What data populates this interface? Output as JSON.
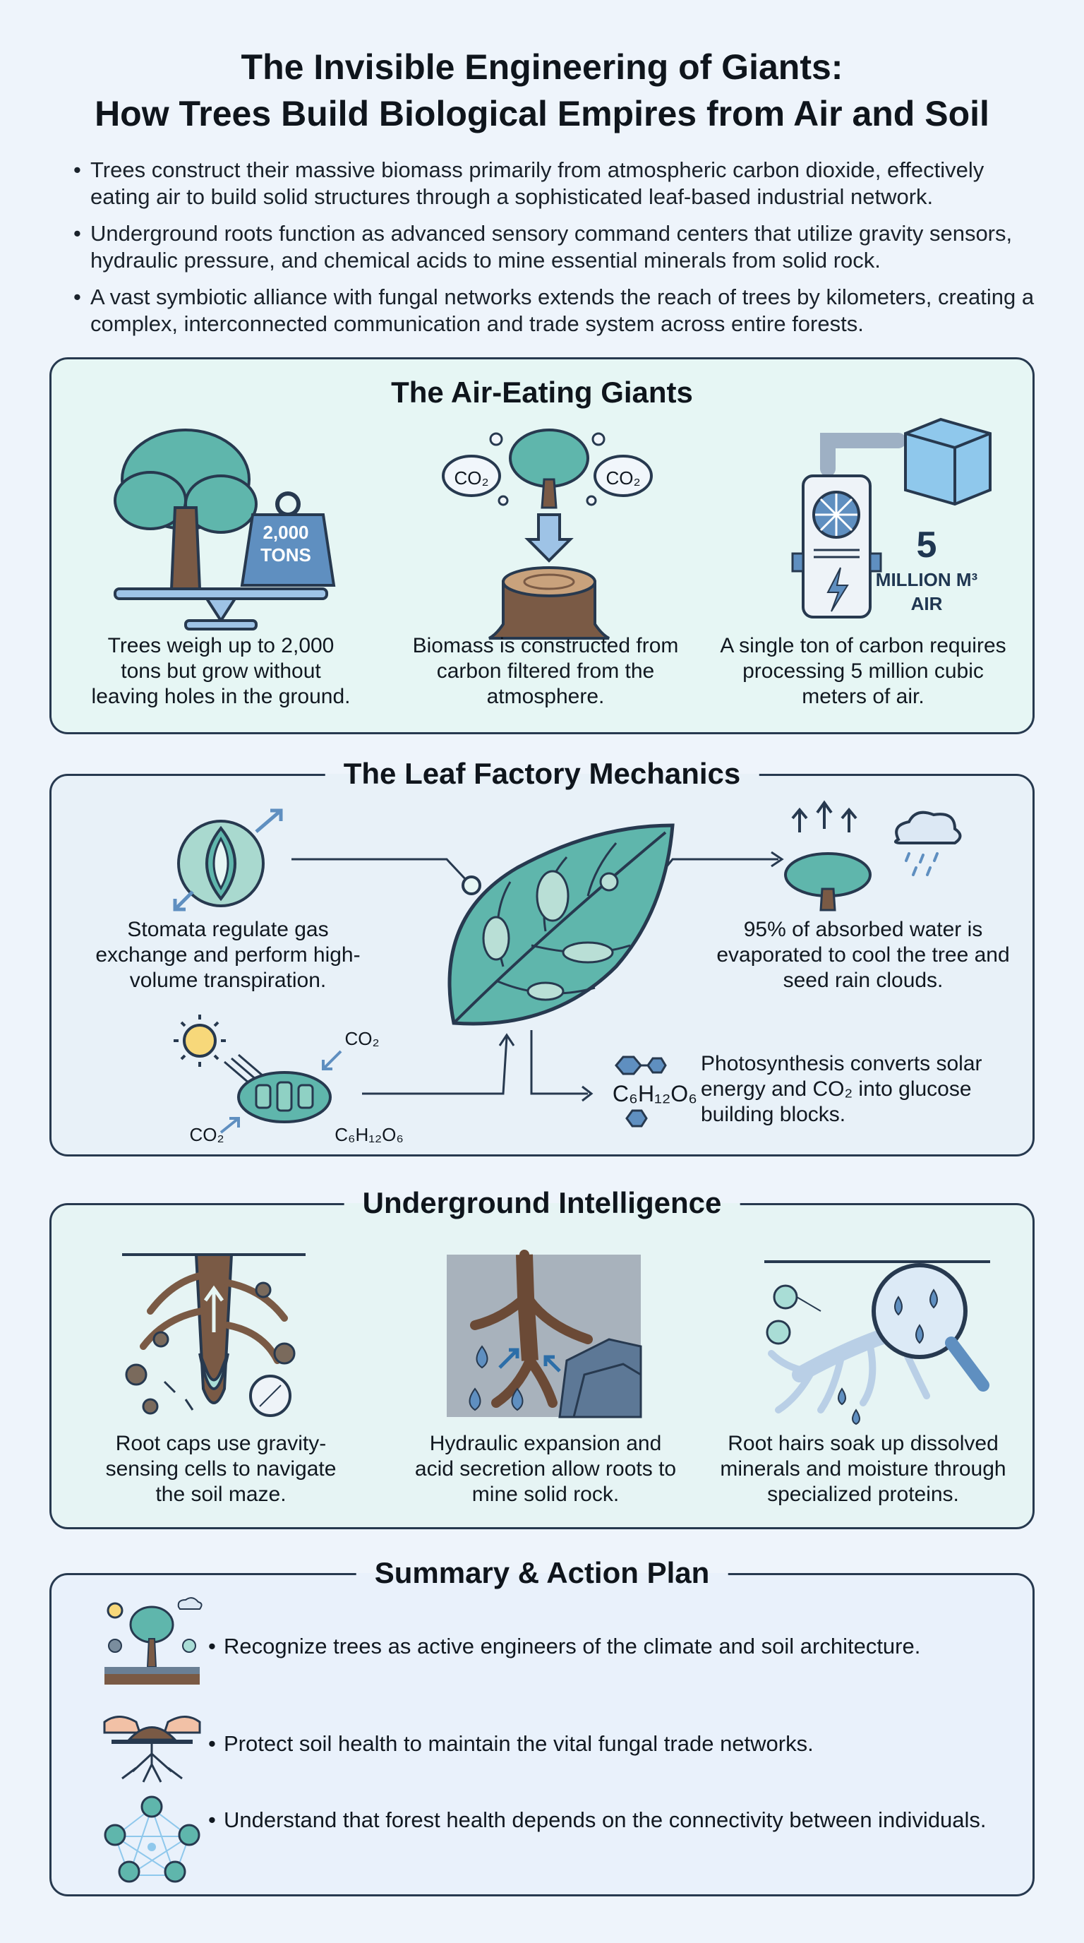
{
  "header": {
    "title_line1": "The Invisible Engineering of Giants:",
    "title_line2": "How Trees Build Biological Empires from Air and Soil"
  },
  "intro_bullets": [
    "Trees construct their massive biomass primarily from atmospheric carbon dioxide, effectively eating air to build solid structures through a sophisticated leaf-based industrial network.",
    "Underground roots function as advanced sensory command centers that utilize gravity sensors, hydraulic pressure, and chemical acids to mine essential minerals from solid rock.",
    "A vast symbiotic alliance with fungal networks extends the reach of trees by kilometers, creating a complex, interconnected communication and trade system across entire forests."
  ],
  "air_eating": {
    "title": "The Air-Eating Giants",
    "weight_label_num": "2,000",
    "weight_label_unit": "TONS",
    "co2_label": "CO₂",
    "volume_num": "5",
    "volume_unit": "MILLION M³",
    "volume_word": "AIR",
    "captions": [
      "Trees weigh up to 2,000 tons but grow without leaving holes in the ground.",
      "Biomass is constructed from carbon filtered from the atmosphere.",
      "A single ton of carbon requires processing 5 million cubic meters of air."
    ]
  },
  "leaf_factory": {
    "title": "The Leaf Factory Mechanics",
    "stomata_caption": "Stomata regulate gas exchange and perform high-volume transpiration.",
    "water_caption": "95% of absorbed water is evaporated to cool the tree and seed rain clouds.",
    "photo_caption": "Photosynthesis converts solar energy and CO₂ into glucose building blocks.",
    "co2_a": "CO₂",
    "co2_b": "CO₂",
    "glucose_a": "C₆H₁₂O₆",
    "glucose_b": "C₆H₁₂O₆"
  },
  "underground": {
    "title": "Underground Intelligence",
    "captions": [
      "Root caps use gravity-sensing cells to navigate the soil maze.",
      "Hydraulic expansion and acid secretion allow roots to mine solid rock.",
      "Root hairs soak up dissolved minerals and moisture through specialized proteins."
    ]
  },
  "summary": {
    "title": "Summary & Action Plan",
    "items": [
      "Recognize trees as active engineers of the climate and soil architecture.",
      "Protect soil health to maintain the vital fungal trade networks.",
      "Understand that forest health depends on the connectivity between individuals."
    ]
  },
  "colors": {
    "teal": "#5fb6ac",
    "dark_navy": "#27394f",
    "trunk_brown": "#7a5a45",
    "blue_accent": "#5f8fc0"
  }
}
